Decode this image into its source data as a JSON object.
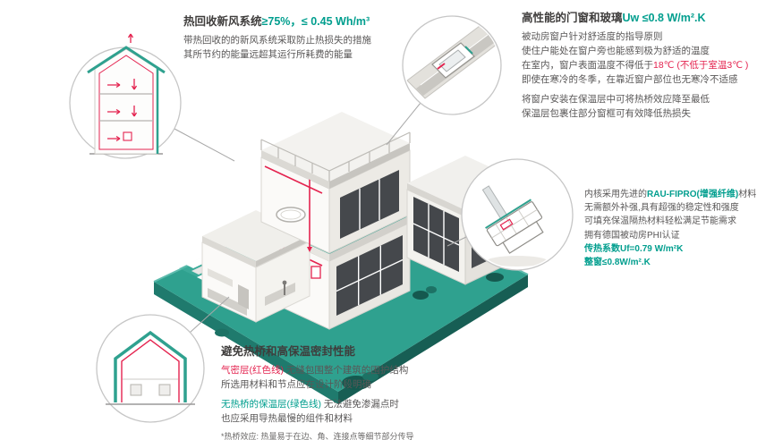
{
  "page": {
    "background": "#ffffff"
  },
  "colors": {
    "teal": "#2FA18F",
    "teal_dark": "#1B6B60",
    "red": "#E4234F",
    "green_text": "#009E8E",
    "body_text": "#595757",
    "title_text": "#3F3D3C"
  },
  "annotations": {
    "heat_recovery": {
      "title_black": "热回收新风系统",
      "title_green": "≥75%，≤ 0.45 Wh/m³",
      "line1": "带热回收的的新风系统采取防止热损失的措施",
      "line2": "其所节约的能量远超其运行所耗费的能量"
    },
    "windows": {
      "title_black": "高性能的门窗和玻璃",
      "title_green": "Uw ≤0.8 W/m².K",
      "line1": "被动房窗户针对舒适度的指导原则",
      "line2": "使住户能处在窗户旁也能感到极为舒适的温度",
      "line3_black": "在室内，窗户表面温度不得低于",
      "line3_red": "18℃ (不低于室温3℃ )",
      "line4": "即使在寒冷的冬季，在靠近窗户部位也无寒冷不适感",
      "line5": "将窗户安装在保温层中可将热桥效应降至最低",
      "line6": "保温层包裹住部分窗框可有效降低热损失"
    },
    "profile": {
      "line1_a": "内核采用先进的",
      "line1_green": "RAU-FIPRO(增强纤维)",
      "line1_b": "材料",
      "line2": "无需额外补强,具有超强的稳定性和强度",
      "line3": "可填充保温隔热材料轻松满足节能需求",
      "line4": "拥有德国被动房PHI认证",
      "line5_green": "传热系数Uf=0.79 W/m²K",
      "line6_green": "整窗≤0.8W/m².K"
    },
    "thermal": {
      "title": "避免热桥和高保温密封性能",
      "line1_red": "气密层(红色线)",
      "line1_rest": " 无缝包围整个建筑的围护结构",
      "line2": "所选用材料和节点应在设计阶段明确",
      "line3_green": "无热桥的保温层(绿色线)",
      "line3_rest": " 无法避免渗漏点时",
      "line4": "也应采用导热最慢的组件和材料",
      "footnote": "*热桥效应: 热量易于在边、角、连接点等细节部分传导"
    }
  }
}
